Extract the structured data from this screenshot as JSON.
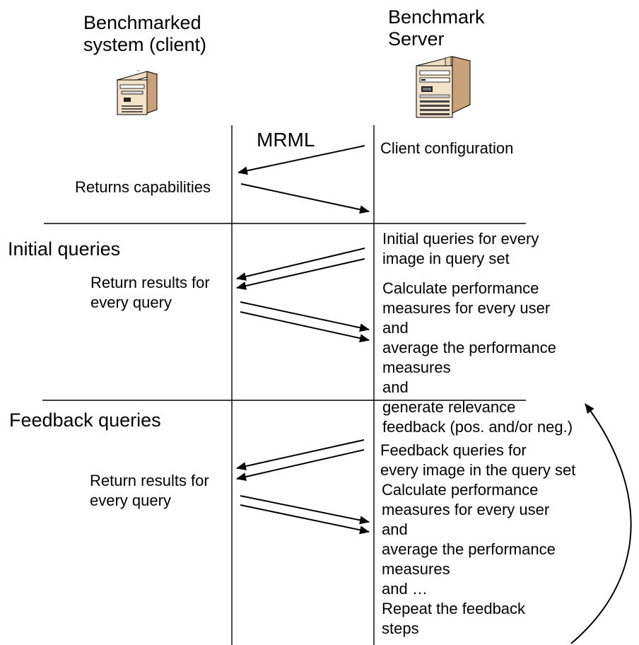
{
  "columns": {
    "client": {
      "label_lines": [
        "Benchmarked",
        "system (client)"
      ],
      "icon": "server-tower-small-icon"
    },
    "server": {
      "label_lines": [
        "Benchmark",
        "Server"
      ],
      "icon": "server-tower-large-icon"
    }
  },
  "protocol_label": "MRML",
  "handshake": {
    "server_note": "Client configuration",
    "client_note": "Returns capabilities"
  },
  "initial_phase": {
    "title": "Initial queries",
    "server_notes": [
      "Initial queries for every",
      "image in query set",
      "Calculate performance",
      "measures for every user",
      "and",
      "average the performance",
      "measures",
      "and",
      "generate relevance",
      "feedback (pos. and/or neg.)"
    ],
    "client_notes": [
      "Return results for",
      "every query"
    ]
  },
  "feedback_phase": {
    "title": "Feedback queries",
    "server_notes": [
      "Feedback queries for",
      "every image in the query set",
      "Calculate performance",
      "measures for every user",
      "and",
      "average the performance",
      "measures",
      "and …",
      "Repeat the feedback",
      "steps"
    ],
    "client_notes": [
      "Return results for",
      "every query"
    ]
  }
}
